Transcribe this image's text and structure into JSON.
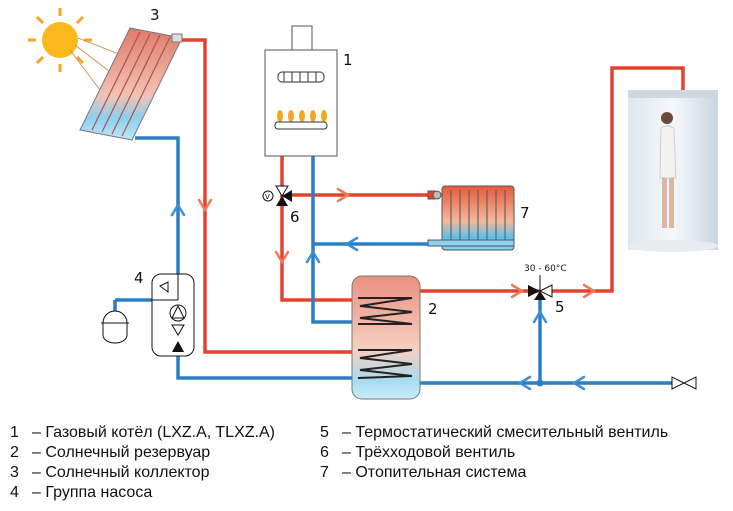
{
  "diagram": {
    "labels": {
      "boiler": "1",
      "tank": "2",
      "collector": "3",
      "pump_group": "4",
      "mixing_valve": "5",
      "three_way_valve": "6",
      "heating": "7"
    },
    "temperature_range": "30 - 60°C",
    "colors": {
      "hot": "#e5412f",
      "cold": "#2b7ec3"
    }
  },
  "legend": {
    "left": [
      {
        "num": "1",
        "text": "– Газовый котёл (LXZ.A, TLXZ.A)"
      },
      {
        "num": "2",
        "text": "– Солнечный резервуар"
      },
      {
        "num": "3",
        "text": "– Солнечный коллектор"
      },
      {
        "num": "4",
        "text": "– Группа насоса"
      }
    ],
    "right": [
      {
        "num": "5",
        "text": "– Термостатический смесительный вентиль"
      },
      {
        "num": "6",
        "text": "– Трёхходовой вентиль"
      },
      {
        "num": "7",
        "text": "– Отопительная система"
      }
    ]
  }
}
